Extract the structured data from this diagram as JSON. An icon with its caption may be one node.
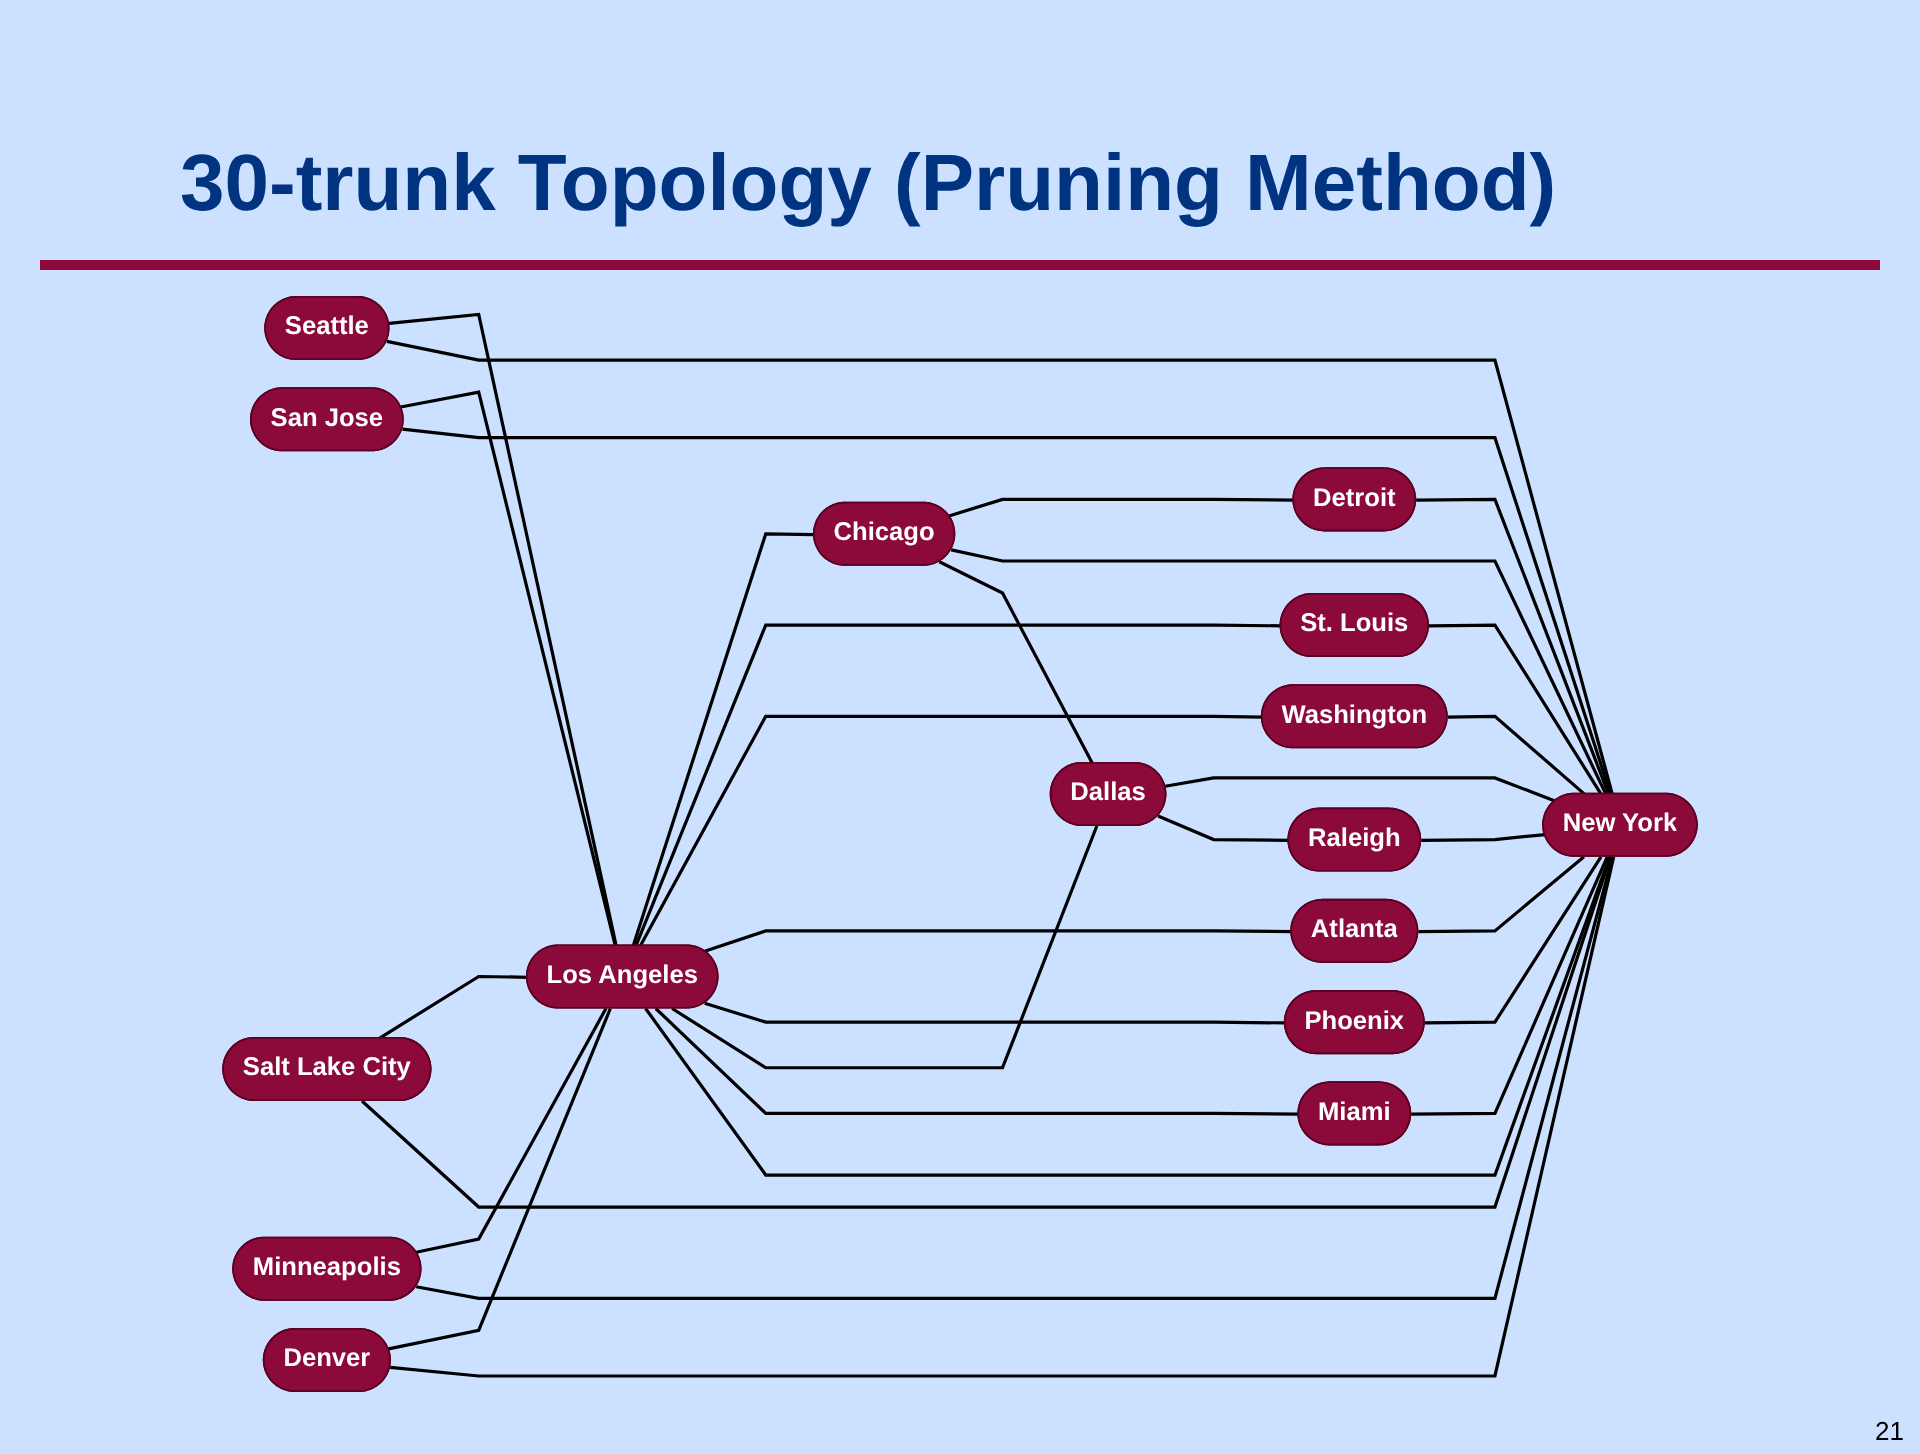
{
  "diagram": {
    "title": "30-trunk Topology (Pruning Method)",
    "nodes": [
      {
        "text": [
          "Seattle"
        ]
      },
      {
        "text": [
          "Minneapolis"
        ]
      },
      {
        "text": [
          "Detroit"
        ]
      },
      {
        "text": [
          "New York"
        ]
      },
      {
        "text": [
          "Denver"
        ]
      },
      {
        "text": [
          "Salt Lake City"
        ]
      },
      {
        "text": [
          "Chicago"
        ]
      },
      {
        "text": [
          "San Jose"
        ]
      },
      {
        "text": [
          "Washington"
        ]
      },
      {
        "text": [
          "St. Louis"
        ]
      },
      {
        "text": [
          "Los Angeles"
        ]
      },
      {
        "text": [
          "Raleigh"
        ]
      },
      {
        "text": [
          "Phoenix"
        ]
      },
      {
        "text": [
          "Atlanta"
        ]
      },
      {
        "text": [
          "Dallas"
        ]
      },
      {
        "text": [
          "Miami"
        ]
      }
    ],
    "edges": [
      {
        "from": 0,
        "to": 10,
        "arrow": "none"
      },
      {
        "from": 0,
        "to": 3,
        "arrow": "none"
      },
      {
        "from": 7,
        "to": 10,
        "arrow": "none"
      },
      {
        "from": 7,
        "to": 3,
        "arrow": "none"
      },
      {
        "from": 5,
        "to": 10,
        "arrow": "none"
      },
      {
        "from": 5,
        "to": 3,
        "arrow": "none"
      },
      {
        "from": 1,
        "to": 10,
        "arrow": "none"
      },
      {
        "from": 1,
        "to": 3,
        "arrow": "none"
      },
      {
        "from": 4,
        "to": 10,
        "arrow": "none"
      },
      {
        "from": 4,
        "to": 3,
        "arrow": "none"
      },
      {
        "from": 10,
        "to": 6,
        "arrow": "none"
      },
      {
        "from": 6,
        "to": 2,
        "arrow": "none"
      },
      {
        "from": 2,
        "to": 3,
        "arrow": "none"
      },
      {
        "from": 6,
        "to": 3,
        "arrow": "none"
      },
      {
        "from": 6,
        "to": 14,
        "arrow": "none"
      },
      {
        "from": 10,
        "to": 9,
        "arrow": "none"
      },
      {
        "from": 9,
        "to": 3,
        "arrow": "none"
      },
      {
        "from": 10,
        "to": 8,
        "arrow": "none"
      },
      {
        "from": 8,
        "to": 3,
        "arrow": "none"
      },
      {
        "from": 10,
        "to": 13,
        "arrow": "none"
      },
      {
        "from": 13,
        "to": 3,
        "arrow": "none"
      },
      {
        "from": 10,
        "to": 12,
        "arrow": "none"
      },
      {
        "from": 12,
        "to": 3,
        "arrow": "none"
      },
      {
        "from": 10,
        "to": 14,
        "arrow": "none"
      },
      {
        "from": 14,
        "to": 3,
        "arrow": "none"
      },
      {
        "from": 14,
        "to": 11,
        "arrow": "none"
      },
      {
        "from": 11,
        "to": 3,
        "arrow": "none"
      },
      {
        "from": 10,
        "to": 15,
        "arrow": "none"
      },
      {
        "from": 15,
        "to": 3,
        "arrow": "none"
      },
      {
        "from": 10,
        "to": 3,
        "arrow": "none"
      }
    ],
    "labels": [
      "21"
    ]
  }
}
